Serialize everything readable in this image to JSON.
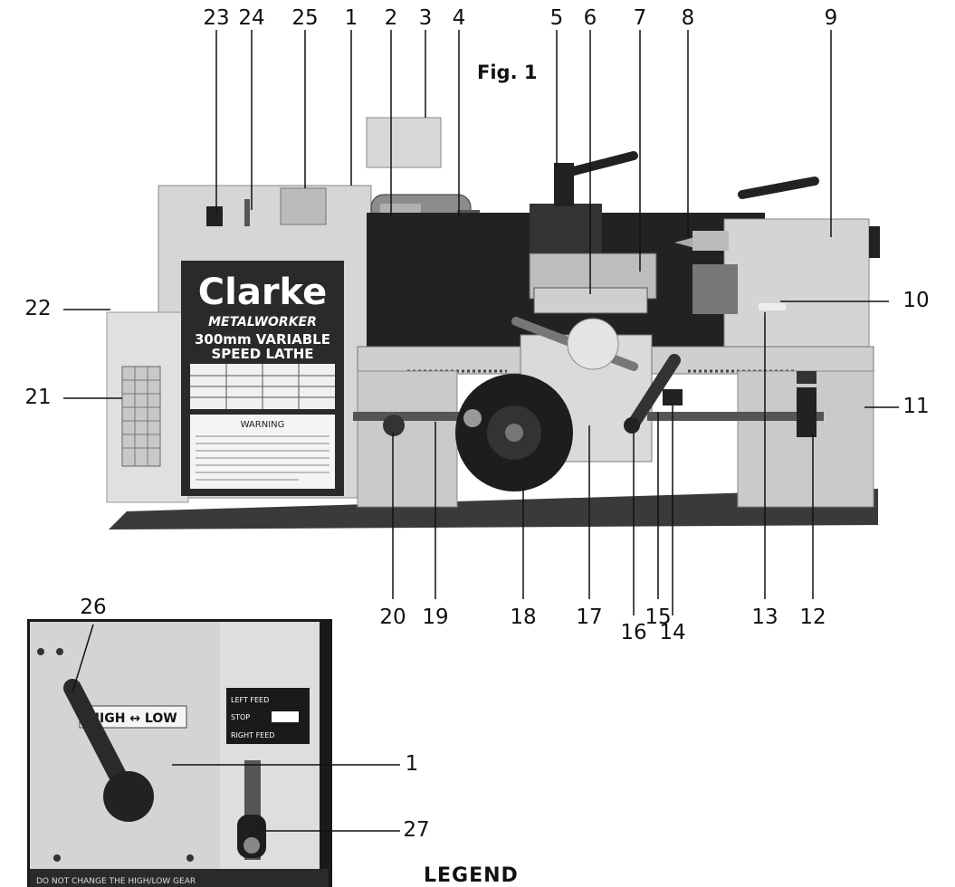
{
  "figure": {
    "title": "Fig. 1"
  },
  "callout_numbers": {
    "n1": "1",
    "n2": "2",
    "n3": "3",
    "n4": "4",
    "n5": "5",
    "n6": "6",
    "n7": "7",
    "n8": "8",
    "n9": "9",
    "n10": "10",
    "n11": "11",
    "n12": "12",
    "n13": "13",
    "n14": "14",
    "n15": "15",
    "n16": "16",
    "n17": "17",
    "n18": "18",
    "n19": "19",
    "n20": "20",
    "n21": "21",
    "n22": "22",
    "n23": "23",
    "n24": "24",
    "n25": "25",
    "n26": "26",
    "n27": "27",
    "n1b": "1"
  },
  "nameplate": {
    "brand": "Clarke",
    "series": "METALWORKER",
    "model_line1": "300mm VARIABLE",
    "model_line2": "SPEED LATHE",
    "warning": "WARNING"
  },
  "inset": {
    "lever_label": "HIGH ↔ LOW",
    "feed_left": "LEFT FEED",
    "feed_stop": "STOP",
    "feed_right": "RIGHT FEED",
    "bottom_warning": "DO NOT CHANGE THE HIGH/LOW GEAR"
  },
  "legend": {
    "title": "LEGEND"
  },
  "colors": {
    "machine_light": "#d9d9d9",
    "machine_mid": "#a8a8a8",
    "machine_dark": "#1a1a1a",
    "base": "#3c3c3c"
  }
}
